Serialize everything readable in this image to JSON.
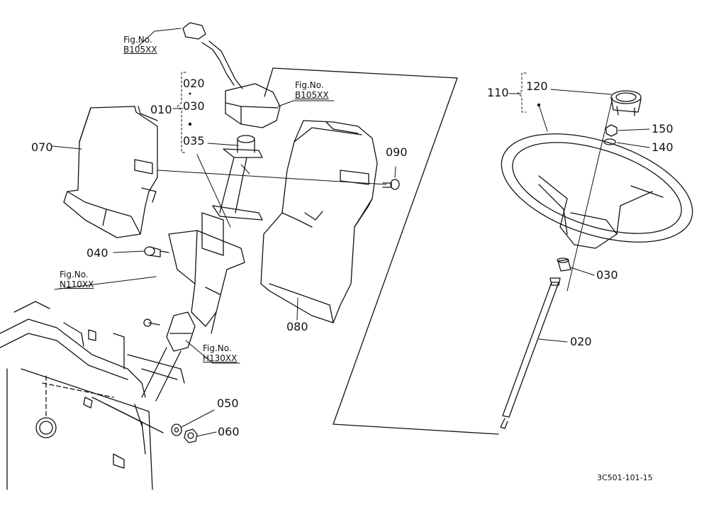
{
  "colors": {
    "line": "#111111",
    "background": "#ffffff"
  },
  "labels": {
    "p010": "010",
    "p020_top": "020",
    "p030_top": "030",
    "p035": "035",
    "p040": "040",
    "p050": "050",
    "p060": "060",
    "p070": "070",
    "p080": "080",
    "p090": "090",
    "p110": "110",
    "p120": "120",
    "p150": "150",
    "p140": "140",
    "p030_right": "030",
    "p020_right": "020"
  },
  "fig_refs": {
    "b105_top": {
      "caption": "Fig.No.",
      "ref": "B105XX"
    },
    "b105_mid": {
      "caption": "Fig.No.",
      "ref": "B105XX"
    },
    "n110": {
      "caption": "Fig.No.",
      "ref": "N110XX"
    },
    "h130": {
      "caption": "Fig.No.",
      "ref": "H130XX"
    }
  },
  "drawing_code": "3C501-101-15"
}
